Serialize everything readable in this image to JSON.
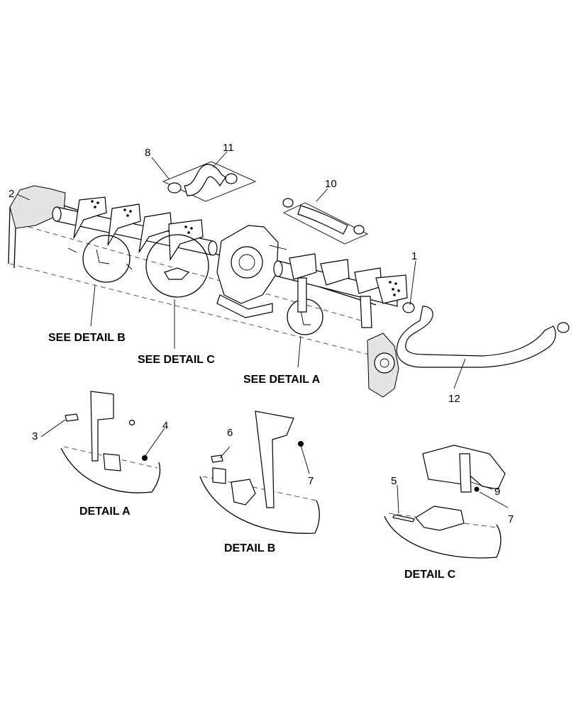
{
  "callouts": {
    "c1": "1",
    "c2": "2",
    "c3": "3",
    "c4": "4",
    "c5": "5",
    "c6": "6",
    "c7a": "7",
    "c7b": "7",
    "c8": "8",
    "c9": "9",
    "c10": "10",
    "c11": "11",
    "c12": "12"
  },
  "references": {
    "see_detail_a": "SEE DETAIL  A",
    "see_detail_b": "SEE DETAIL  B",
    "see_detail_c": "SEE DETAIL  C"
  },
  "detail_titles": {
    "detail_a": "DETAIL  A",
    "detail_b": "DETAIL  B",
    "detail_c": "DETAIL  C"
  }
}
